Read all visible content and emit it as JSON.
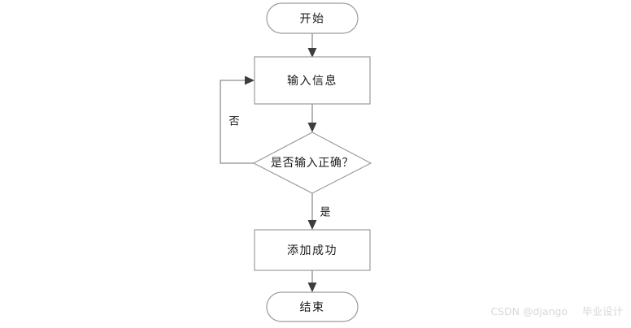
{
  "diagram": {
    "type": "flowchart",
    "orientation": "top-to-bottom",
    "background_color": "#ffffff",
    "stroke_color": "#9b9b9b",
    "arrow_color": "#3d3d3d",
    "text_color": "#1a1a1a",
    "nodes": [
      {
        "id": "start",
        "shape": "stadium",
        "label": "开始"
      },
      {
        "id": "input",
        "shape": "rectangle",
        "label": "输入信息"
      },
      {
        "id": "decision",
        "shape": "diamond",
        "label": "是否输入正确？"
      },
      {
        "id": "success",
        "shape": "rectangle",
        "label": "添加成功"
      },
      {
        "id": "end",
        "shape": "stadium",
        "label": "结束"
      }
    ],
    "edges": [
      {
        "from": "start",
        "to": "input",
        "label": ""
      },
      {
        "from": "input",
        "to": "decision",
        "label": ""
      },
      {
        "from": "decision",
        "to": "input",
        "label": "否"
      },
      {
        "from": "decision",
        "to": "success",
        "label": "是"
      },
      {
        "from": "success",
        "to": "end",
        "label": ""
      }
    ]
  },
  "watermark": {
    "site": "CSDN @django",
    "tag": "毕业设计"
  }
}
